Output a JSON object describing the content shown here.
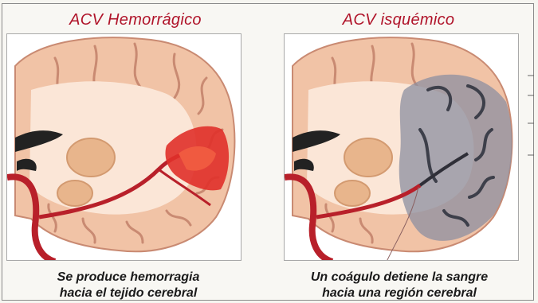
{
  "left_panel": {
    "title": "ACV Hemorrágico",
    "caption_line1": "Se produce hemorragia",
    "caption_line2": "hacia el tejido cerebral"
  },
  "right_panel": {
    "title": "ACV isquémico",
    "caption_line1": "Un coágulo detiene la sangre",
    "caption_line2": "hacia una región cerebral"
  },
  "colors": {
    "title_red": "#b0142a",
    "brain_tissue": "#f1c3a6",
    "white_matter": "#fbe6d7",
    "artery_red": "#b8202a",
    "blood_red": "#e0302a",
    "ischemic_gray": "#8c8fa0"
  }
}
